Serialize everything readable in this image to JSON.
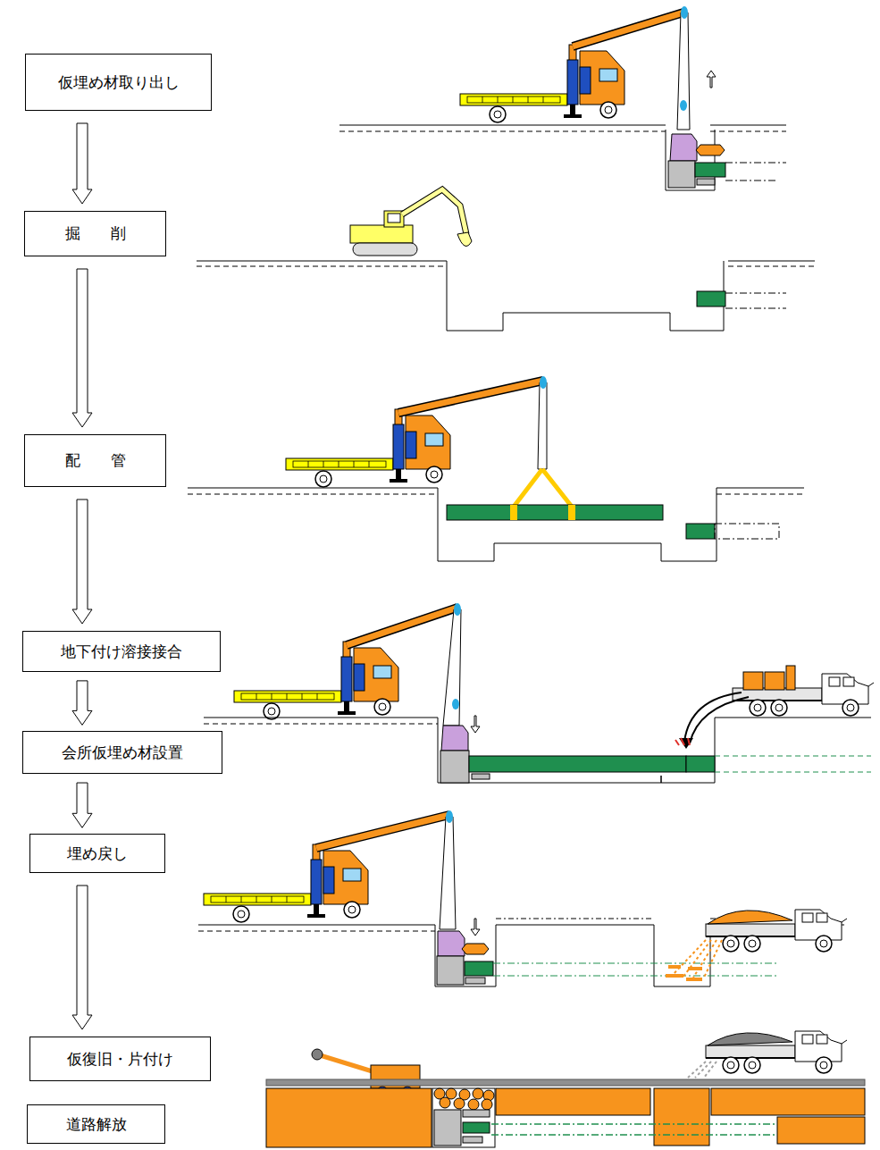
{
  "diagram": {
    "nodes": [
      {
        "text": [
          "仮埋め材取り出し"
        ]
      },
      {
        "text": [
          "掘　　削"
        ]
      },
      {
        "text": [
          "配　　管"
        ]
      },
      {
        "text": [
          "地下付け溶接接合"
        ]
      },
      {
        "text": [
          "会所仮埋め材設置"
        ]
      },
      {
        "text": [
          "埋め戻し"
        ]
      },
      {
        "text": [
          "仮復旧・片付け"
        ]
      },
      {
        "text": [
          "道路解放"
        ]
      }
    ],
    "edges": [
      {
        "from": 0,
        "to": 1,
        "arrow": "to"
      },
      {
        "from": 1,
        "to": 2,
        "arrow": "to"
      },
      {
        "from": 2,
        "to": 3,
        "arrow": "to"
      },
      {
        "from": 3,
        "to": 4,
        "arrow": "to"
      },
      {
        "from": 4,
        "to": 5,
        "arrow": "to"
      },
      {
        "from": 5,
        "to": 6,
        "arrow": "to"
      }
    ]
  }
}
